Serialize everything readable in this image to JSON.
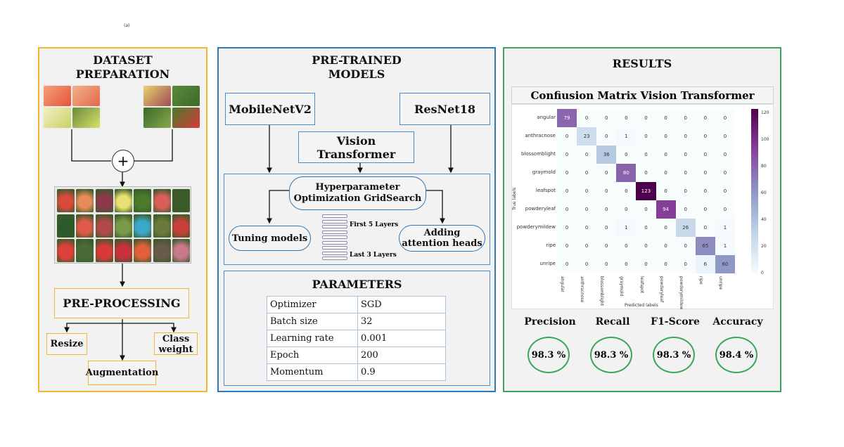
{
  "corner_mark": "(a)",
  "dataset": {
    "title_line1": "DATASET",
    "title_line2": "PREPARATION",
    "plus_icon": "plus-in-circle",
    "preprocessing_label": "PRE-PROCESSING",
    "resize_label": "Resize",
    "class_weight_line1": "Class",
    "class_weight_line2": "weight",
    "augmentation_label": "Augmentation"
  },
  "models": {
    "title_line1": "PRE-TRAINED",
    "title_line2": "MODELS",
    "mobilenet_label": "MobileNetV2",
    "resnet_label": "ResNet18",
    "vit_label": "Vision Transformer",
    "hyper_line1": "Hyperparameter",
    "hyper_line2": "Optimization GridSearch",
    "tuning_label": "Tuning models",
    "adding_line1": "Adding",
    "adding_line2": "attention heads",
    "first_layers_label": "First 5 Layers",
    "last_layers_label": "Last 3 Layers",
    "parameters_title": "PARAMETERS",
    "parameters": [
      {
        "name": "Optimizer",
        "value": "SGD"
      },
      {
        "name": "Batch size",
        "value": "32"
      },
      {
        "name": "Learning rate",
        "value": "0.001"
      },
      {
        "name": "Epoch",
        "value": "200"
      },
      {
        "name": "Momentum",
        "value": "0.9"
      }
    ]
  },
  "results": {
    "title": "RESULTS",
    "cm_title": "Confiusion Matrix Vision Transformer",
    "metrics": [
      {
        "label": "Precision",
        "value": "98.3 %"
      },
      {
        "label": "Recall",
        "value": "98.3 %"
      },
      {
        "label": "F1-Score",
        "value": "98.3 %"
      },
      {
        "label": "Accuracy",
        "value": "98.4 %"
      }
    ]
  },
  "chart_data": {
    "type": "heatmap",
    "title": "Confiusion Matrix Vision Transformer",
    "xlabel": "Predicted labels",
    "ylabel": "True labels",
    "categories": [
      "angular",
      "anthracnose",
      "blossomblight",
      "graymold",
      "leafspot",
      "powderyleaf",
      "powderymildew",
      "ripe",
      "unripe"
    ],
    "matrix": [
      [
        79,
        0,
        0,
        0,
        0,
        0,
        0,
        0,
        0
      ],
      [
        0,
        23,
        0,
        1,
        0,
        0,
        0,
        0,
        0
      ],
      [
        0,
        0,
        36,
        0,
        0,
        0,
        0,
        0,
        0
      ],
      [
        0,
        0,
        0,
        80,
        0,
        0,
        0,
        0,
        0
      ],
      [
        0,
        0,
        0,
        0,
        123,
        0,
        0,
        0,
        0
      ],
      [
        0,
        0,
        0,
        0,
        0,
        94,
        0,
        0,
        0
      ],
      [
        0,
        0,
        0,
        1,
        0,
        0,
        26,
        0,
        1
      ],
      [
        0,
        0,
        0,
        0,
        0,
        0,
        0,
        65,
        1
      ],
      [
        0,
        0,
        0,
        0,
        0,
        0,
        0,
        6,
        60
      ]
    ],
    "colorbar_ticks": [
      "120",
      "100",
      "80",
      "60",
      "40",
      "20",
      "0"
    ],
    "color_range": [
      0,
      123
    ],
    "colormap": "BuPu"
  }
}
